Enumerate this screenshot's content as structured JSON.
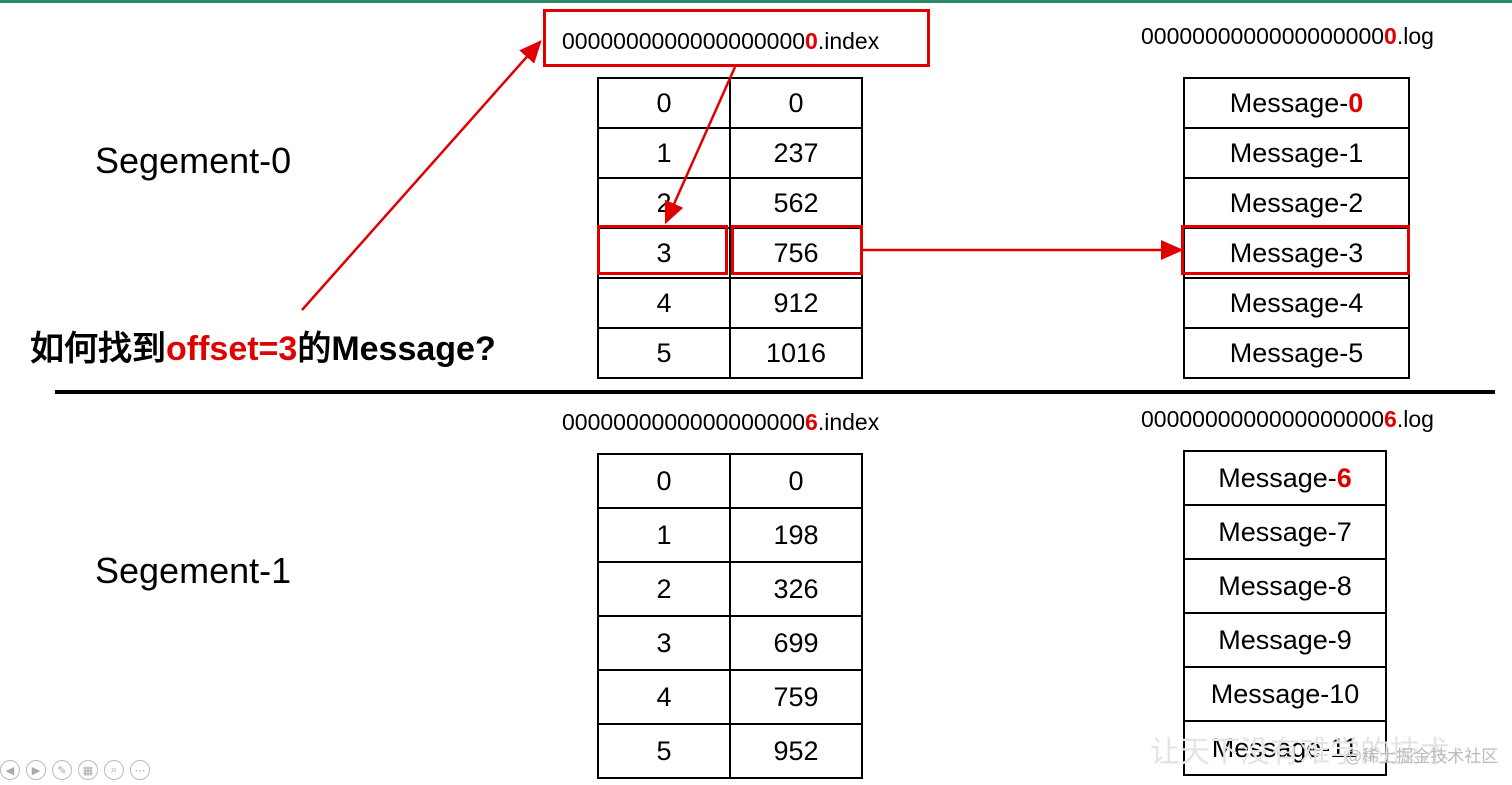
{
  "segment0": {
    "label": "Segement-0",
    "index_file": {
      "prefix": "0000000000000000000",
      "highlight": "0",
      "suffix": ".index"
    },
    "log_file": {
      "prefix": "0000000000000000000",
      "highlight": "0",
      "suffix": ".log"
    },
    "index_rows": [
      [
        "0",
        "0"
      ],
      [
        "1",
        "237"
      ],
      [
        "2",
        "562"
      ],
      [
        "3",
        "756"
      ],
      [
        "4",
        "912"
      ],
      [
        "5",
        "1016"
      ]
    ],
    "log_rows": [
      {
        "prefix": "Message-",
        "num": "0",
        "red": true
      },
      {
        "prefix": "Message-",
        "num": "1",
        "red": false
      },
      {
        "prefix": "Message-",
        "num": "2",
        "red": false
      },
      {
        "prefix": "Message-",
        "num": "3",
        "red": false
      },
      {
        "prefix": "Message-",
        "num": "4",
        "red": false
      },
      {
        "prefix": "Message-",
        "num": "5",
        "red": false
      }
    ]
  },
  "segment1": {
    "label": "Segement-1",
    "index_file": {
      "prefix": "0000000000000000000",
      "highlight": "6",
      "suffix": ".index"
    },
    "log_file": {
      "prefix": "0000000000000000000",
      "highlight": "6",
      "suffix": ".log"
    },
    "index_rows": [
      [
        "0",
        "0"
      ],
      [
        "1",
        "198"
      ],
      [
        "2",
        "326"
      ],
      [
        "3",
        "699"
      ],
      [
        "4",
        "759"
      ],
      [
        "5",
        "952"
      ]
    ],
    "log_rows": [
      {
        "prefix": "Message-",
        "num": "6",
        "red": true
      },
      {
        "prefix": "Message-",
        "num": "7",
        "red": false
      },
      {
        "prefix": "Message-",
        "num": "8",
        "red": false
      },
      {
        "prefix": "Message-",
        "num": "9",
        "red": false
      },
      {
        "prefix": "Message-",
        "num": "10",
        "red": false
      },
      {
        "prefix": "Message-",
        "num": "11",
        "red": false
      }
    ]
  },
  "question": {
    "part1": "如何找到",
    "part2": "offset=3",
    "part3": "的Message?"
  },
  "watermark": "@稀土掘金技术社区",
  "watermark_hand": "让天下没有难学的技术",
  "colors": {
    "highlight": "#e00000",
    "accent_line": "#2e8b6a"
  }
}
